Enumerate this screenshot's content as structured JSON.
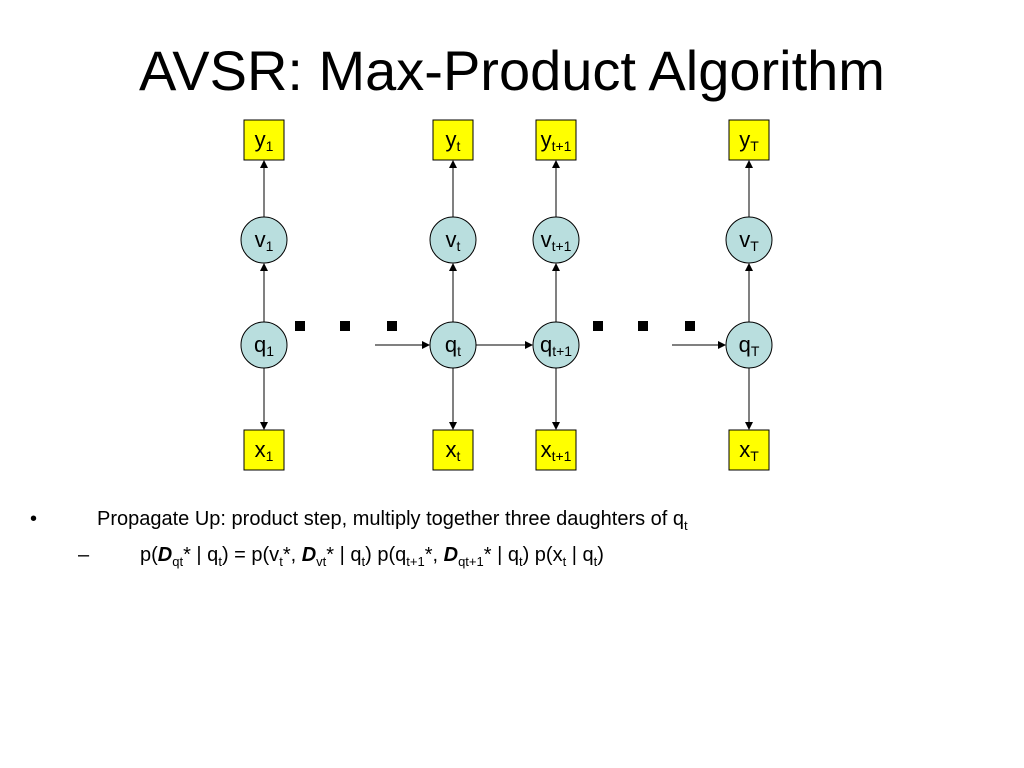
{
  "title": "AVSR: Max-Product Algorithm",
  "diagram": {
    "columns": [
      {
        "id": "c1",
        "y": {
          "base": "y",
          "sub": "1"
        },
        "v": {
          "base": "v",
          "sub": "1"
        },
        "q": {
          "base": "q",
          "sub": "1"
        },
        "x": {
          "base": "x",
          "sub": "1"
        }
      },
      {
        "id": "ct",
        "y": {
          "base": "y",
          "sub": "t"
        },
        "v": {
          "base": "v",
          "sub": "t"
        },
        "q": {
          "base": "q",
          "sub": "t"
        },
        "x": {
          "base": "x",
          "sub": "t"
        }
      },
      {
        "id": "ct1",
        "y": {
          "base": "y",
          "sub": "t+1"
        },
        "v": {
          "base": "v",
          "sub": "t+1"
        },
        "q": {
          "base": "q",
          "sub": "t+1"
        },
        "x": {
          "base": "x",
          "sub": "t+1"
        }
      },
      {
        "id": "cT",
        "y": {
          "base": "y",
          "sub": "T"
        },
        "v": {
          "base": "v",
          "sub": "T"
        },
        "q": {
          "base": "q",
          "sub": "T"
        },
        "x": {
          "base": "x",
          "sub": "T"
        }
      }
    ],
    "colors": {
      "observation_fill": "#ffff00",
      "hidden_fill": "#b9dede",
      "stroke": "#000000"
    },
    "ellipsis_groups": 2
  },
  "bullets": {
    "level1": {
      "mark": "•",
      "text": "Propagate Up: product step, multiply together three daughters of q",
      "sub": "t"
    },
    "level2": {
      "mark": "–",
      "f1": "p(",
      "D1": "D",
      "s1": "qt",
      "f2": "* | q",
      "s2": "t",
      "f3": ") = p(v",
      "s3": "t",
      "f4": "*, ",
      "D2": "D",
      "s4": "vt",
      "f5": "* | q",
      "s5": "t",
      "f6": ") p(q",
      "s6": "t+1",
      "f7": "*, ",
      "D3": "D",
      "s7": "qt+1",
      "f8": "* | q",
      "s8": "t",
      "f9": ") p(x",
      "s9": "t",
      "f10": " | q",
      "s10": "t",
      "f11": ")"
    }
  }
}
